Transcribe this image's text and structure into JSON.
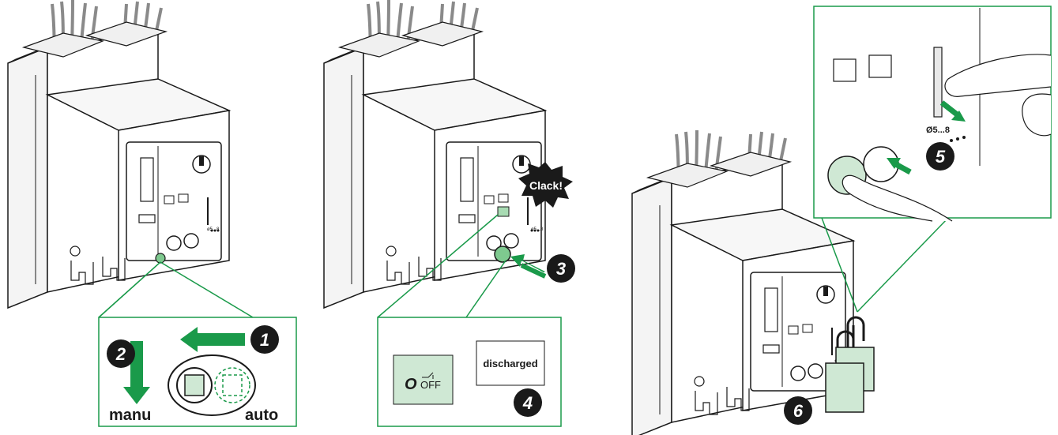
{
  "steps": {
    "s1": "1",
    "s2": "2",
    "s3": "3",
    "s4": "4",
    "s5": "5",
    "s6": "6"
  },
  "labels": {
    "manu": "manu",
    "auto": "auto",
    "clack": "Clack!",
    "off_o": "O",
    "off_text": "OFF",
    "discharged": "discharged",
    "padlock_range": "Ø5...8",
    "small_range": "ø5...8"
  },
  "colors": {
    "green": "#1a9a4a",
    "green_light": "#cfe8d4",
    "line": "#1a1a1a",
    "gray": "#f2f2f2"
  }
}
